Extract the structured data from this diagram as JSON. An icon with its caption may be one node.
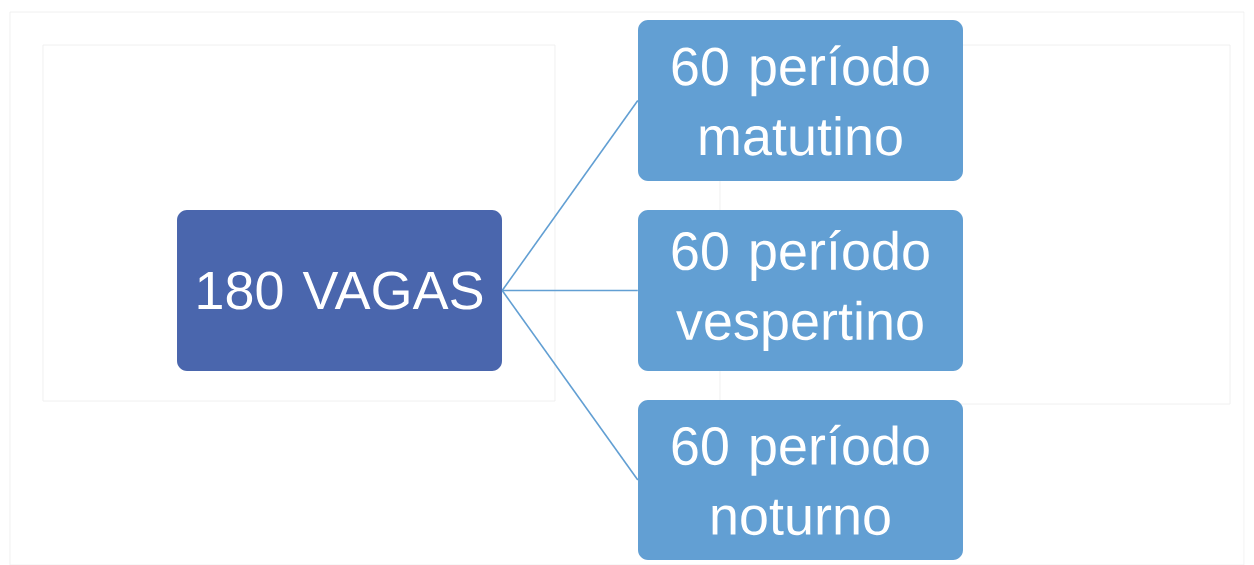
{
  "diagram": {
    "nodes": [
      {
        "text": [
          "180 VAGAS"
        ]
      },
      {
        "text": [
          "60 período matutino"
        ]
      },
      {
        "text": [
          "60 período vespertino"
        ]
      },
      {
        "text": [
          "60 período noturno"
        ]
      }
    ],
    "edges": [
      {
        "from": 0,
        "to": 1,
        "arrow": "none"
      },
      {
        "from": 0,
        "to": 2,
        "arrow": "none"
      },
      {
        "from": 0,
        "to": 3,
        "arrow": "none"
      }
    ]
  }
}
